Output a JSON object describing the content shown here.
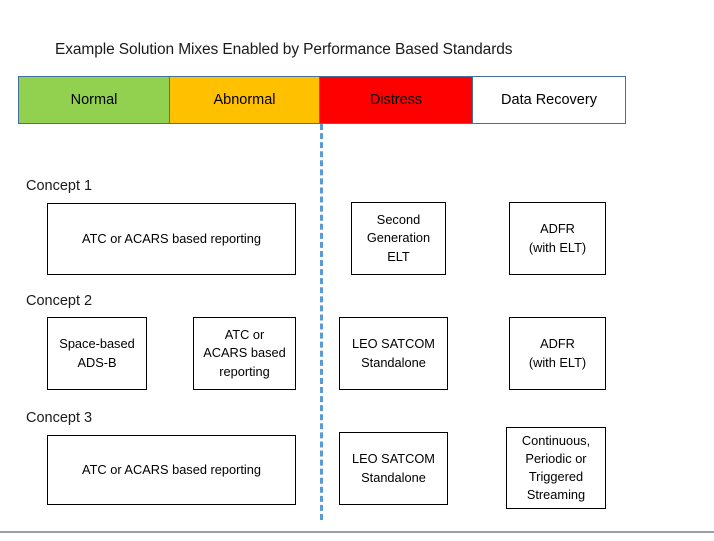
{
  "title": "Example Solution Mixes Enabled by Performance Based Standards",
  "phase_bar": {
    "cells": [
      {
        "label": "Normal",
        "color": "#92D050"
      },
      {
        "label": "Abnormal",
        "color": "#FFC000"
      },
      {
        "label": "Distress",
        "color": "#FF0000"
      },
      {
        "label": "Data Recovery",
        "color": "#FFFFFF"
      }
    ],
    "border_color": "#41719C"
  },
  "divider": {
    "style": "dashed",
    "color": "#5B9BD5"
  },
  "concepts": [
    {
      "label": "Concept 1",
      "boxes": [
        {
          "text": "ATC or ACARS based reporting"
        },
        {
          "text": "Second\nGeneration\nELT"
        },
        {
          "text": "ADFR\n(with ELT)"
        }
      ]
    },
    {
      "label": "Concept 2",
      "boxes": [
        {
          "text": "Space-based\nADS-B"
        },
        {
          "text": "ATC or\nACARS based\nreporting"
        },
        {
          "text": "LEO SATCOM\nStandalone"
        },
        {
          "text": "ADFR\n(with ELT)"
        }
      ]
    },
    {
      "label": "Concept 3",
      "boxes": [
        {
          "text": "ATC or ACARS based reporting"
        },
        {
          "text": "LEO SATCOM\nStandalone"
        },
        {
          "text": "Continuous,\nPeriodic or\nTriggered\nStreaming"
        }
      ]
    }
  ]
}
